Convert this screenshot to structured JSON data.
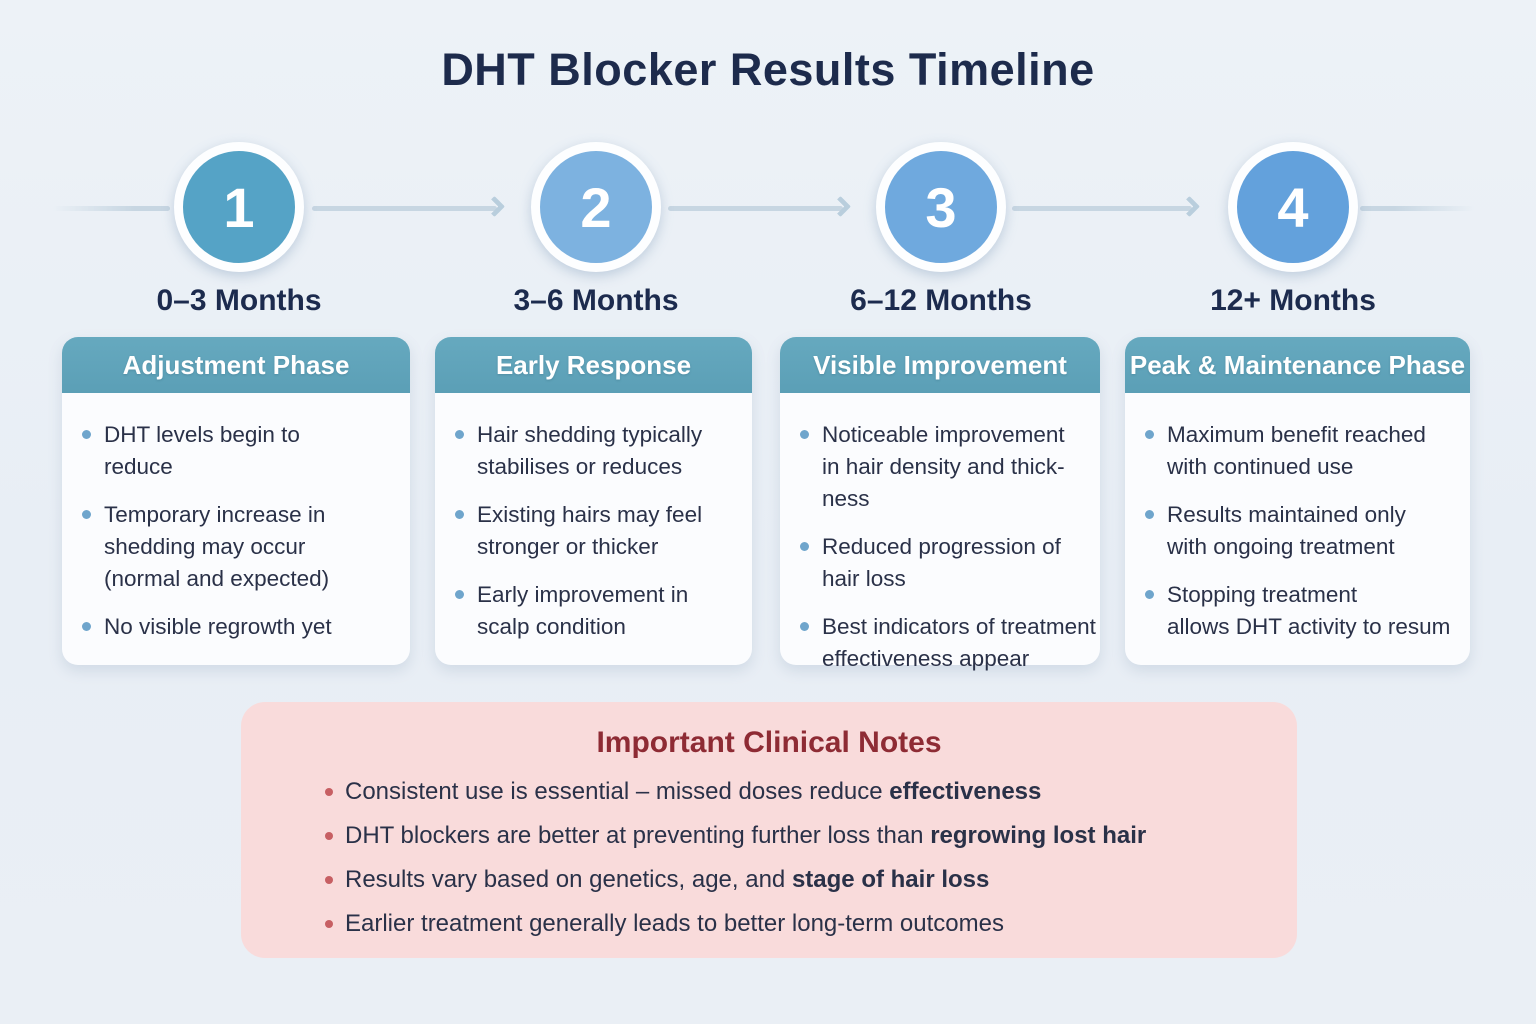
{
  "title": "DHT Blocker Results Timeline",
  "colors": {
    "background": "#e9eef5",
    "title_text": "#1d2b4c",
    "timeline_line": "#c7d6e2",
    "card_header_bg": "#5b9fb6",
    "card_bullet_dot": "#6fa5cc",
    "notes_bg": "#f9dbdb",
    "notes_title_text": "#8e2b34",
    "notes_bullet_dot": "#c75f63",
    "body_text": "#2a3148"
  },
  "timeline": {
    "steps": [
      {
        "number": "1",
        "label": "0–3 Months",
        "circle_color": "#55a3c6"
      },
      {
        "number": "2",
        "label": "3–6 Months",
        "circle_color": "#7db2e0"
      },
      {
        "number": "3",
        "label": "6–12 Months",
        "circle_color": "#6fa9de"
      },
      {
        "number": "4",
        "label": "12+ Months",
        "circle_color": "#63a1dc"
      }
    ]
  },
  "cards": [
    {
      "title": "Adjustment Phase",
      "bullets": [
        "DHT levels begin to\nreduce",
        "Temporary increase in\nshedding may occur\n(normal and expected)",
        "No visible regrowth yet"
      ]
    },
    {
      "title": "Early Response",
      "bullets": [
        "Hair shedding typically\nstabilises or reduces",
        "Existing hairs may feel\nstronger or thicker",
        "Early improvement in\nscalp condition"
      ]
    },
    {
      "title": "Visible Improvement",
      "bullets": [
        "Noticeable improvement\nin hair density and thick-\nness",
        "Reduced progression of\nhair loss",
        "Best indicators of treatment\neffectiveness appear"
      ]
    },
    {
      "title": "Peak & Maintenance Phase",
      "bullets": [
        "Maximum benefit reached\nwith continued use",
        "Results maintained only\nwith ongoing treatment",
        "Stopping treatment\nallows DHT activity to resum"
      ]
    }
  ],
  "notes": {
    "title": "Important Clinical Notes",
    "items": [
      {
        "text": "Consistent use is essential – missed doses reduce ",
        "bold": "effectiveness"
      },
      {
        "text": "DHT blockers are better at preventing further loss than ",
        "bold": "regrowing lost hair"
      },
      {
        "text": "Results vary based on genetics, age, and ",
        "bold": "stage of hair loss"
      },
      {
        "text": "Earlier treatment generally leads to better long-term outcomes",
        "bold": ""
      }
    ]
  }
}
